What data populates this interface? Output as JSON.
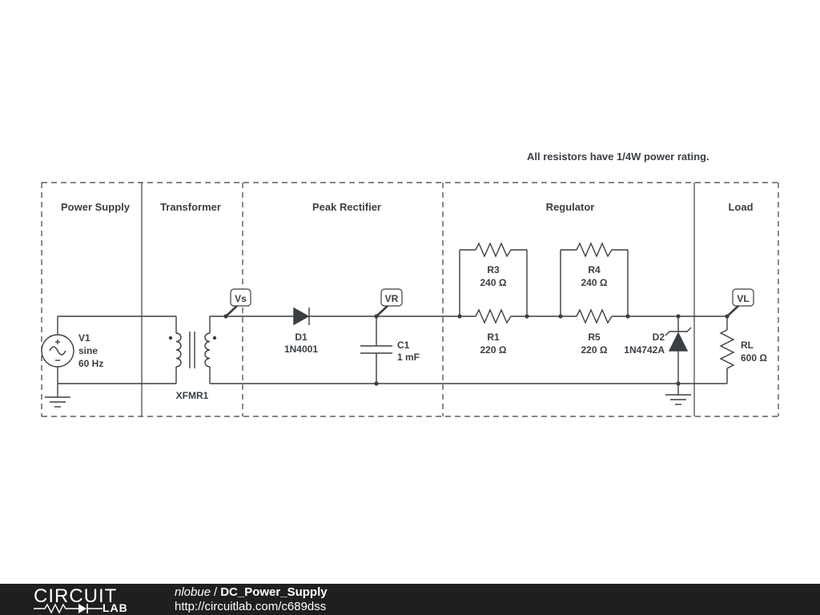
{
  "note": "All resistors have 1/4W power rating.",
  "sections": [
    {
      "id": "power",
      "title": "Power Supply"
    },
    {
      "id": "transformer",
      "title": "Transformer"
    },
    {
      "id": "rectifier",
      "title": "Peak Rectifier"
    },
    {
      "id": "regulator",
      "title": "Regulator"
    },
    {
      "id": "load",
      "title": "Load"
    }
  ],
  "components": {
    "v1": {
      "name": "V1",
      "type": "sine",
      "value": "60 Hz"
    },
    "xfmr1": {
      "name": "XFMR1"
    },
    "d1": {
      "name": "D1",
      "value": "1N4001"
    },
    "c1": {
      "name": "C1",
      "value": "1 mF"
    },
    "r1": {
      "name": "R1",
      "value": "220 Ω"
    },
    "r3": {
      "name": "R3",
      "value": "240 Ω"
    },
    "r4": {
      "name": "R4",
      "value": "240 Ω"
    },
    "r5": {
      "name": "R5",
      "value": "220 Ω"
    },
    "d2": {
      "name": "D2",
      "value": "1N4742A"
    },
    "rl": {
      "name": "RL",
      "value": "600 Ω"
    }
  },
  "probes": {
    "vs": "Vs",
    "vr": "VR",
    "vl": "VL"
  },
  "footer": {
    "logo_top": "CIRCUIT",
    "logo_bottom": "LAB",
    "owner": "nlobue",
    "separator": "/",
    "circuit_name": "DC_Power_Supply",
    "url": "http://circuitlab.com/c689dss"
  },
  "colors": {
    "wire": "#3a3f44",
    "footer_bg": "#1f1f1f",
    "footer_text": "#ffffff"
  }
}
